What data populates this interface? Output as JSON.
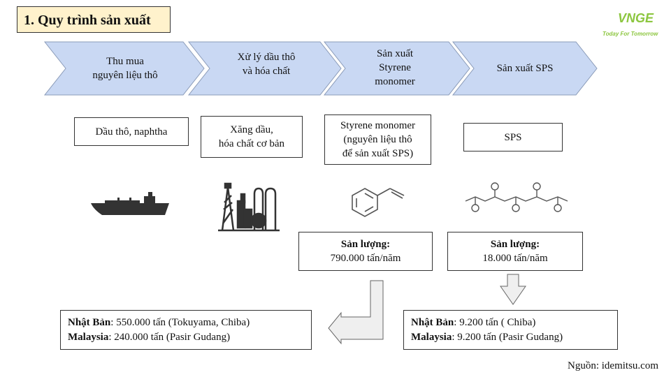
{
  "header": {
    "title": "1. Quy trình sản xuất"
  },
  "logo": {
    "brand": "VNGE",
    "tagline": "Today For Tomorrow"
  },
  "steps": [
    {
      "label_line1": "Thu mua",
      "label_line2": "nguyên liệu thô",
      "label_line3": ""
    },
    {
      "label_line1": "Xử lý dầu thô",
      "label_line2": "và hóa chất",
      "label_line3": ""
    },
    {
      "label_line1": "Sản xuất",
      "label_line2": "Styrene",
      "label_line3": "monomer"
    },
    {
      "label_line1": "Sản xuất SPS",
      "label_line2": "",
      "label_line3": ""
    }
  ],
  "products": [
    {
      "line1": "Dầu thô, naphtha",
      "line2": "",
      "line3": ""
    },
    {
      "line1": "Xăng dầu,",
      "line2": "hóa chất cơ bản",
      "line3": ""
    },
    {
      "line1": "Styrene monomer",
      "line2": "(nguyên liệu thô",
      "line3": "để sản xuất SPS)"
    },
    {
      "line1": "SPS",
      "line2": "",
      "line3": ""
    }
  ],
  "icons": [
    "tanker-ship-icon",
    "refinery-icon",
    "styrene-molecule-icon",
    "sps-polymer-icon"
  ],
  "outputs": [
    {
      "label": "Sản lượng:",
      "value": "790.000 tấn/năm"
    },
    {
      "label": "Sản lượng:",
      "value": "18.000 tấn/năm"
    }
  ],
  "destinations": [
    {
      "lines": [
        {
          "country": "Nhật Bản",
          "detail": ": 550.000 tấn (Tokuyama, Chiba)"
        },
        {
          "country": "Malaysia",
          "detail": ": 240.000 tấn (Pasir Gudang)"
        }
      ]
    },
    {
      "lines": [
        {
          "country": "Nhật Bản",
          "detail": ": 9.200 tấn ( Chiba)"
        },
        {
          "country": "Malaysia",
          "detail": ": 9.200 tấn (Pasir Gudang)"
        }
      ]
    }
  ],
  "source": "Nguồn: idemitsu.com",
  "colors": {
    "chevron_fill": "#c9d8f3",
    "title_bg": "#fff2cc",
    "arrow_fill": "#efefef",
    "logo_green": "#8cc63f"
  }
}
